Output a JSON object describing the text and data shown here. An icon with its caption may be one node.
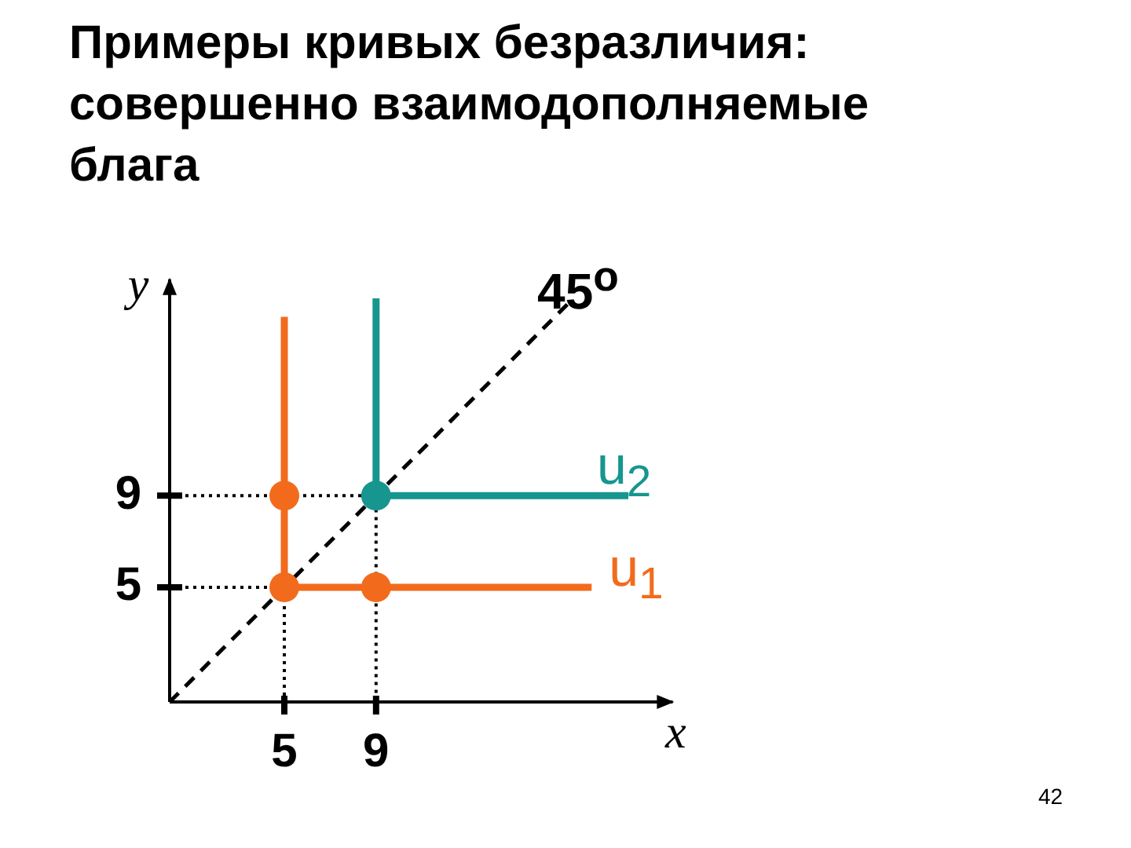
{
  "diagram": {
    "title": "Примеры кривых безразличия: совершенно взаимодополняемые блага",
    "labels": [
      "42"
    ],
    "chart_data": {
      "type": "line",
      "xlabel": "x",
      "ylabel": "y",
      "xlim": [
        0,
        22
      ],
      "ylim": [
        0,
        18.5
      ],
      "xticks": [
        5,
        9
      ],
      "yticks": [
        5,
        9
      ],
      "x": [
        0,
        5,
        5,
        5,
        9,
        9,
        17.4,
        18.4,
        20
      ],
      "series": [
        {
          "name": "u$_{1}$",
          "color": "#f26b1d",
          "values": [
            null,
            16.8,
            9,
            5,
            5,
            null,
            null,
            5,
            null
          ]
        },
        {
          "name": "u$_{2}$",
          "color": "#16968f",
          "values": [
            null,
            null,
            null,
            null,
            17.6,
            9,
            null,
            null,
            9
          ]
        },
        {
          "name": "45$^{o}$",
          "color": "#000000",
          "line_style": "dashed",
          "values": [
            0,
            null,
            null,
            null,
            null,
            null,
            17.4,
            null,
            null
          ]
        },
        {
          "color": "#000000",
          "line_style": "dotted",
          "values": [
            9,
            null,
            null,
            null,
            9,
            0,
            null,
            null,
            null
          ]
        },
        {
          "color": "#000000",
          "line_style": "dotted",
          "values": [
            5,
            5,
            0,
            null,
            null,
            null,
            null,
            null,
            null
          ]
        }
      ]
    }
  }
}
